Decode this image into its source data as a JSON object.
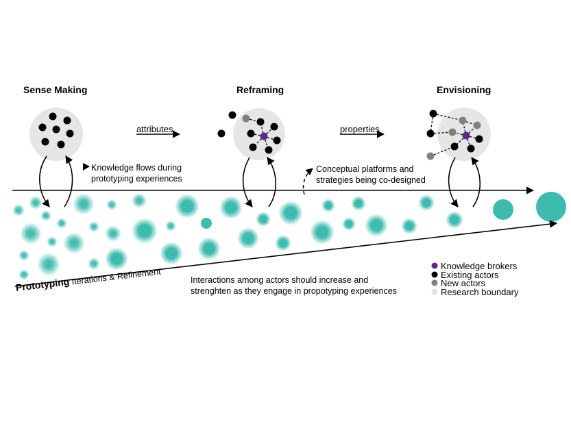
{
  "stages": [
    {
      "title": "Sense Making"
    },
    {
      "title": "Reframing"
    },
    {
      "title": "Envisioning"
    }
  ],
  "transitions": [
    {
      "label": "attributes"
    },
    {
      "label": "properties"
    }
  ],
  "notes": {
    "knowledge_flows": "Knowledge flows during prototyping experiences",
    "conceptual_platforms": "Conceptual platforms and strategies being co-designed",
    "interactions": "Interactions among actors should increase and strenghten as they engage in propotyping experiences"
  },
  "axis": {
    "bold": "Prototyping",
    "rest": "Iterations & Refinement"
  },
  "legend": [
    {
      "label": "Knowledge brokers",
      "color": "#5b2a86"
    },
    {
      "label": "Existing actors",
      "color": "#000000"
    },
    {
      "label": "New actors",
      "color": "#808080"
    },
    {
      "label": "Research boundary",
      "color": "#e2e2e2"
    }
  ],
  "colors": {
    "teal": "#3dbbae",
    "boundary": "#e6e6e6"
  }
}
